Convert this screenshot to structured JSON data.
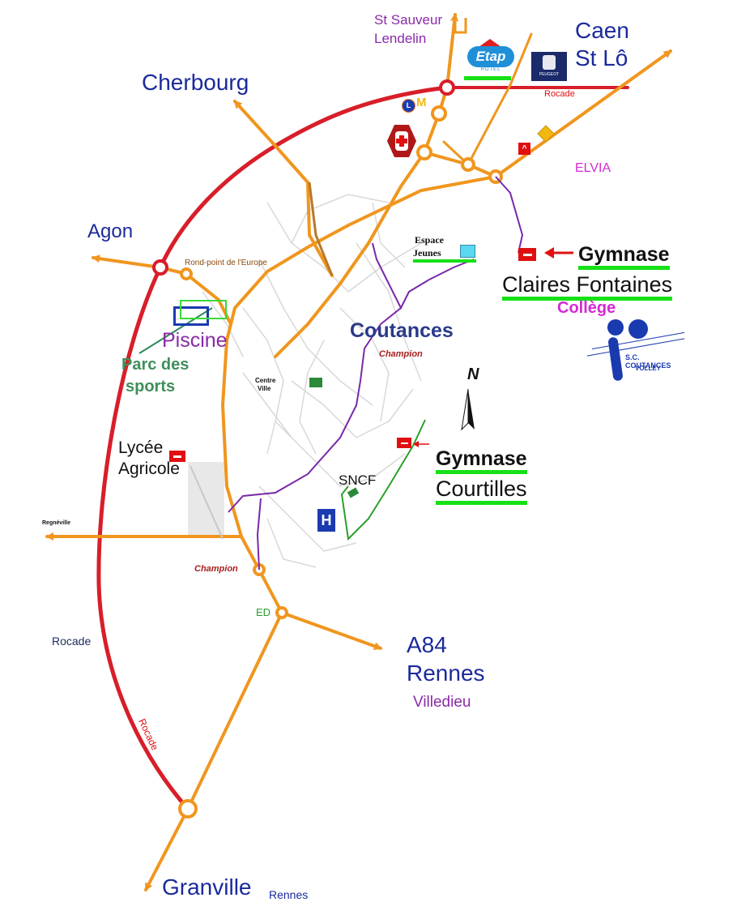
{
  "destinations": {
    "cherbourg": "Cherbourg",
    "caen": "Caen",
    "st_lo": "St Lô",
    "st_sauveur": "St Sauveur",
    "lendelin": "Lendelin",
    "agon": "Agon",
    "regneville": "Regnéville",
    "a84": "A84",
    "rennes": "Rennes",
    "villedieu": "Villedieu",
    "granville": "Granville",
    "rennes_small": "Rennes"
  },
  "roads": {
    "rocade_top": "Rocade",
    "rocade_left": "Rocade",
    "rocade_diag": "Rocade"
  },
  "places": {
    "rond_point": "Rond-point de l'Europe",
    "piscine": "Piscine",
    "parc_line1": "Parc des",
    "parc_line2": "sports",
    "lycee_line1": "Lycée",
    "lycee_line2": "Agricole",
    "espace_line1": "Espace",
    "espace_line2": "Jeunes",
    "coutances": "Coutances",
    "champion_top": "Champion",
    "champion_bottom": "Champion",
    "centre_line1": "Centre",
    "centre_line2": "Ville",
    "sncf": "SNCF",
    "hospital": "H",
    "ed": "ED",
    "elvia": "ELVIA",
    "north": "N"
  },
  "gymnases": {
    "claires_title": "Gymnase",
    "claires_name": "Claires Fontaines",
    "college": "Collège",
    "courtilles_title": "Gymnase",
    "courtilles_name": "Courtilles"
  },
  "logos": {
    "etap": "Etap",
    "etap_sub": "HOTEL",
    "peugeot": "PEUGEOT",
    "volley_line1": "S.C. COUTANCES",
    "volley_line2": "VOLLEY"
  },
  "colors": {
    "arterial": "#f0961e",
    "rocade": "#d81e2a",
    "bus_route": "#7a28a8",
    "green_path": "#2aa02a",
    "destination_text": "#1a2a9c",
    "highlight_underline": "#16e016"
  },
  "icons": [
    "gym-marker-icon",
    "arrow-left-icon",
    "north-arrow-icon",
    "hospital-icon",
    "etap-hotel-logo",
    "peugeot-logo",
    "renault-logo",
    "citroen-logo",
    "leclerc-logo",
    "mcdonalds-logo",
    "volley-club-logo"
  ]
}
